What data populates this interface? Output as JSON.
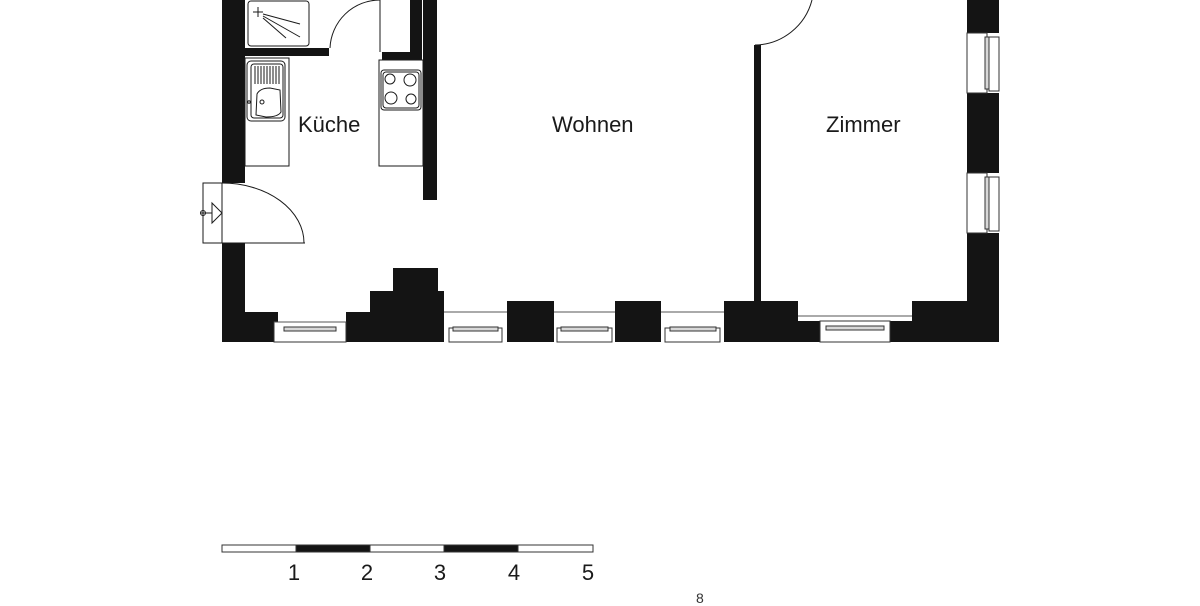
{
  "plan": {
    "rooms": [
      {
        "id": "kueche",
        "label": "Küche"
      },
      {
        "id": "wohnen",
        "label": "Wohnen"
      },
      {
        "id": "zimmer",
        "label": "Zimmer"
      }
    ],
    "fixtures": [
      {
        "id": "shower",
        "label": "shower-tray"
      },
      {
        "id": "sink",
        "label": "kitchen-sink"
      },
      {
        "id": "stove",
        "label": "stove-four-burner"
      },
      {
        "id": "entrance",
        "label": "entrance-door"
      }
    ],
    "colors": {
      "wall": "#141414",
      "background": "#ffffff",
      "line": "#1a1a1a"
    }
  },
  "scale_bar": {
    "ticks": [
      "1",
      "2",
      "3",
      "4",
      "5"
    ],
    "segments": [
      "white",
      "black",
      "white",
      "black",
      "white"
    ]
  },
  "stray_mark": "8"
}
